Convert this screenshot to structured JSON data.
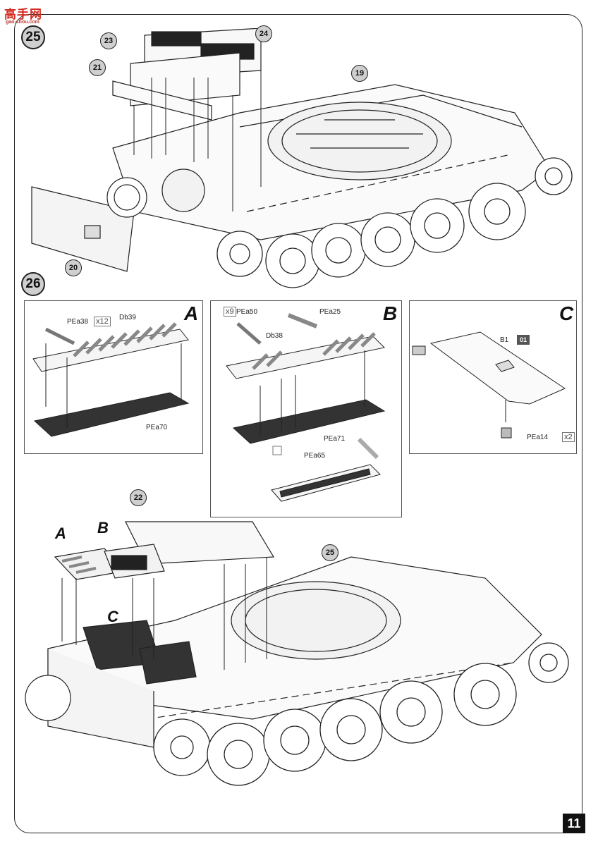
{
  "watermark": {
    "site_name": "高手网",
    "site_url": "gao-shou.com"
  },
  "steps": [
    {
      "number": "25",
      "callouts": [
        "19",
        "20",
        "21",
        "23",
        "24"
      ]
    },
    {
      "number": "26",
      "callouts": [
        "22",
        "25"
      ]
    }
  ],
  "subassemblies": {
    "A": {
      "letter": "A",
      "parts": {
        "pe38": "PEa38",
        "qty": "x12",
        "db39": "Db39",
        "pe70": "PEa70"
      }
    },
    "B": {
      "letter": "B",
      "parts": {
        "qty": "x9",
        "pe50": "PEa50",
        "pe25": "PEa25",
        "db38": "Db38",
        "pe71": "PEa71",
        "pe65": "PEa65"
      }
    },
    "C": {
      "letter": "C",
      "parts": {
        "b1": "B1",
        "b1_tag": "01",
        "pe14": "PEa14",
        "qty": "x2"
      }
    }
  },
  "main_labels": [
    "A",
    "B",
    "C"
  ],
  "page_number": "11"
}
